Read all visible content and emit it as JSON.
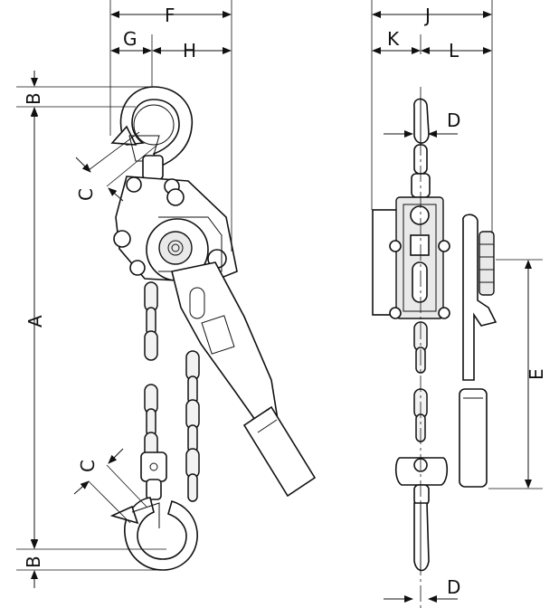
{
  "diagram": {
    "labels": {
      "A": "A",
      "B_top": "B",
      "B_bottom": "B",
      "C_top": "C",
      "C_bottom": "C",
      "D_top": "D",
      "D_bottom": "D",
      "E": "E",
      "F": "F",
      "G": "G",
      "H": "H",
      "J": "J",
      "K": "K",
      "L": "L"
    }
  }
}
